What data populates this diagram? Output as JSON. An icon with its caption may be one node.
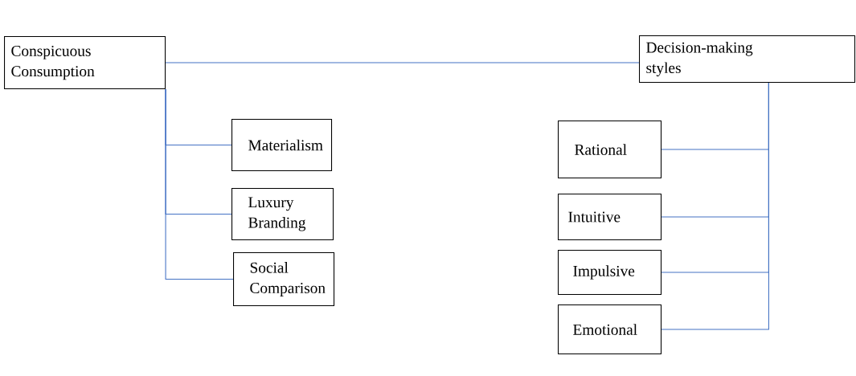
{
  "diagram": {
    "nodes": [
      {
        "text": [
          "Conspicuous Consumption"
        ]
      },
      {
        "text": [
          "Decision-making styles"
        ]
      },
      {
        "text": [
          "Materialism"
        ]
      },
      {
        "text": [
          "Luxury Branding"
        ]
      },
      {
        "text": [
          "Social Comparison"
        ]
      },
      {
        "text": [
          "Rational"
        ]
      },
      {
        "text": [
          "Intuitive"
        ]
      },
      {
        "text": [
          "Impulsive"
        ]
      },
      {
        "text": [
          "Emotional"
        ]
      }
    ],
    "edges": [
      {
        "from": 0,
        "to": 1,
        "arrow": "none"
      },
      {
        "from": 0,
        "to": 2,
        "arrow": "none"
      },
      {
        "from": 0,
        "to": 3,
        "arrow": "none"
      },
      {
        "from": 0,
        "to": 4,
        "arrow": "none"
      },
      {
        "from": 1,
        "to": 5,
        "arrow": "none"
      },
      {
        "from": 1,
        "to": 6,
        "arrow": "none"
      },
      {
        "from": 1,
        "to": 7,
        "arrow": "none"
      },
      {
        "from": 1,
        "to": 8,
        "arrow": "none"
      }
    ]
  }
}
